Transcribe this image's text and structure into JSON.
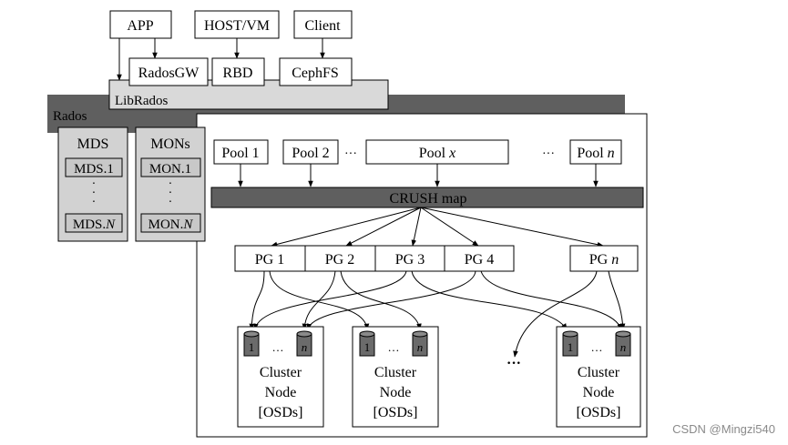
{
  "top_apps": {
    "app": "APP",
    "host_vm": "HOST/VM",
    "client": "Client"
  },
  "interfaces": {
    "radosgw": "RadosGW",
    "rbd": "RBD",
    "cephfs": "CephFS"
  },
  "librados": "LibRados",
  "rados": "Rados",
  "mds": {
    "title": "MDS",
    "first": "MDS.1",
    "dots": "·\n·\n·",
    "last_prefix": "MDS.",
    "last_suffix": "N"
  },
  "mons": {
    "title": "MONs",
    "first": "MON.1",
    "dots": "·\n·\n·",
    "last_prefix": "MON.",
    "last_suffix": "N"
  },
  "pools": {
    "pool1": "Pool 1",
    "pool2": "Pool 2",
    "ellipsis1": "···",
    "poolx_prefix": "Pool ",
    "poolx_suffix": "x",
    "ellipsis2": "···",
    "pooln_prefix": "Pool ",
    "pooln_suffix": "n"
  },
  "crush": "CRUSH map",
  "pgs": {
    "pg1": "PG 1",
    "pg2": "PG 2",
    "pg3": "PG 3",
    "pg4": "PG 4",
    "pgn_prefix": "PG ",
    "pgn_suffix": "n"
  },
  "nodes": {
    "disk_first": "1",
    "disk_dots": "…",
    "disk_last": "n",
    "line1": "Cluster",
    "line2": "Node",
    "line3": "[OSDs]",
    "between": "···"
  },
  "watermark": "CSDN @Mingzi540",
  "colors": {
    "dark_bar": "#5f5f5f",
    "light_fill": "#d9d9d9",
    "mid_fill": "#cfcfcf",
    "disk_fill": "#6b6b6b",
    "stroke": "#000000",
    "watermark": "#8a8a8a"
  }
}
